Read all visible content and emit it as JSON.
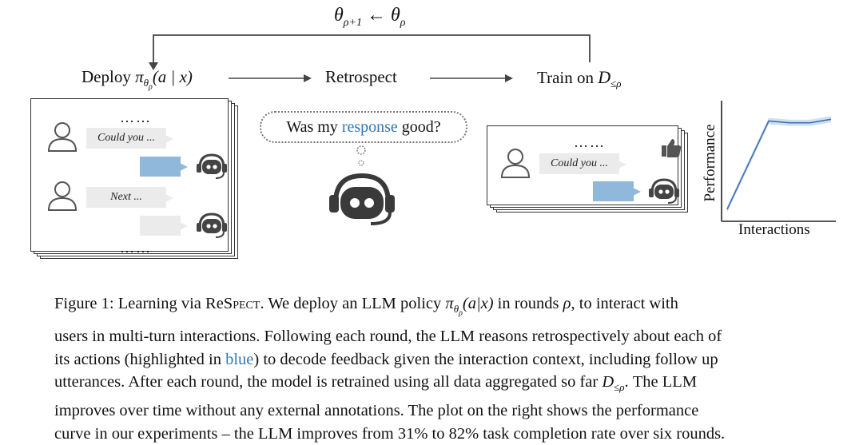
{
  "figure": {
    "top_update": {
      "lhs": "θ",
      "lhs_sub": "ρ+1",
      "arrow": "←",
      "rhs": "θ",
      "rhs_sub": "ρ"
    },
    "stage_deploy": {
      "text": "Deploy",
      "pi": "π",
      "sub": "θ",
      "subsub": "ρ",
      "args": "(a | x)"
    },
    "stage_retrospect": "Retrospect",
    "stage_train": {
      "text": "Train on",
      "D": "D",
      "sub": "≤ρ"
    },
    "left_panel": {
      "dots_top": "……",
      "bubble1": "Could you ...",
      "bubble2": "Next ...",
      "dots_bottom": "……"
    },
    "thought": {
      "pre": "Was my ",
      "highlight": "response",
      "post": " good?"
    },
    "right_panel": {
      "dots": "……",
      "bubble": "Could you ..."
    },
    "plot": {
      "ylabel": "Performance",
      "xlabel": "Interactions"
    },
    "colors": {
      "highlight": "#2f78b5",
      "bubble_blue": "#8fb8db",
      "curve": "#3f6fb0",
      "band": "#cfe0f3"
    }
  },
  "chart_data": {
    "type": "line",
    "title": "",
    "xlabel": "Interactions",
    "ylabel": "Performance",
    "x": [
      1,
      2,
      3,
      4,
      5,
      6
    ],
    "series": [
      {
        "values": [
          31,
          56,
          81,
          80,
          80,
          82
        ]
      }
    ],
    "grid": false
  },
  "caption": {
    "line1_a": "Figure 1: Learning via ",
    "name_re": "Re",
    "name_spect": "Spect",
    "line1_b": ". We deploy an LLM policy ",
    "line1_pi": "π",
    "line1_sub": "θ",
    "line1_subsub": "ρ",
    "line1_args": "(a|x)",
    "line1_c": " in rounds ",
    "line1_rho": "ρ",
    "line1_d": ", to interact with",
    "line2": "users in multi-turn interactions. Following each round, the LLM reasons retrospectively about each of",
    "line3_a": "its actions (highlighted in ",
    "line3_blue": "blue",
    "line3_b": ") to decode feedback given the interaction context, including follow up",
    "line4_a": "utterances. After each round, the model is retrained using all data aggregated so far ",
    "line4_D": "D",
    "line4_sub": "≤ρ",
    "line4_b": ". The LLM",
    "line5": "improves over time without any external annotations. The plot on the right shows the performance",
    "line6": "curve in our experiments – the LLM improves from 31% to 82% task completion rate over six rounds."
  }
}
